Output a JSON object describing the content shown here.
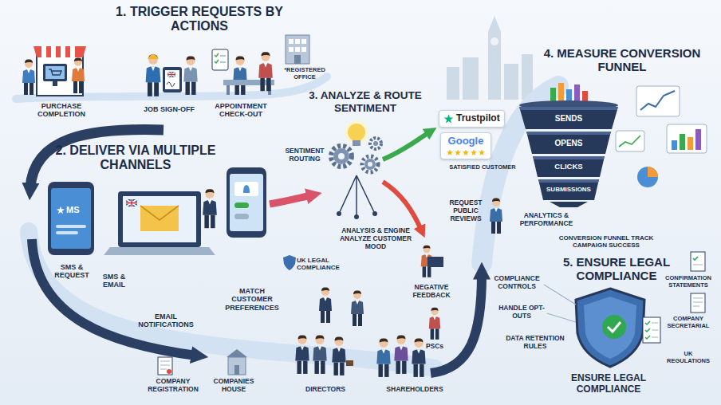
{
  "diagram": {
    "nodes": [
      {
        "text": [
          "Trustpilot"
        ]
      },
      {
        "text": [
          "Google"
        ]
      },
      {
        "text": [
          "SENDS"
        ]
      },
      {
        "text": [
          "OPENS"
        ]
      },
      {
        "text": [
          "CLICKS"
        ]
      },
      {
        "text": [
          "SUBMISSIONS"
        ]
      }
    ],
    "labels": [
      "1. TRIGGER REQUESTS BY ACTIONS",
      "PURCHASE COMPLETION",
      "JOB SIGN-OFF",
      "APPOINTMENT CHECK-OUT",
      "*REGISTERED OFFICE",
      "2. DELIVER VIA MULTIPLE CHANNELS",
      "MS",
      "SMS & REQUEST",
      "SMS & EMAIL",
      "EMAIL NOTIFICATIONS",
      "MATCH CUSTOMER PREFERENCES",
      "3. ANALYZE & ROUTE SENTIMENT",
      "SENTIMENT ROUTING",
      "ANALYSIS & ENGINE ANALYZE CUSTOMER MOOD",
      "SATISFIED CUSTOMER",
      "REQUEST PUBLIC REVIEWS",
      "NEGATIVE FEEDBACK",
      "UK LEGAL COMPLIANCE",
      "4. MEASURE CONVERSION FUNNEL",
      "ANALYTICS & PERFORMANCE",
      "CONVERSION FUNNEL TRACK CAMPAIGN SUCCESS",
      "5. ENSURE LEGAL COMPLIANCE",
      "COMPLIANCE CONTROLS",
      "HANDLE OPT-OUTS",
      "DATA RETENTION RULES",
      "CONFIRMATION STATEMENTS",
      "COMPANY SECRETARIAL",
      "UK REGULATIONS",
      "ENSURE LEGAL COMPLIANCE",
      "COMPANY REGISTRATION",
      "COMPANIES HOUSE",
      "DIRECTORS",
      "SHAREHOLDERS",
      "PSCs"
    ]
  }
}
